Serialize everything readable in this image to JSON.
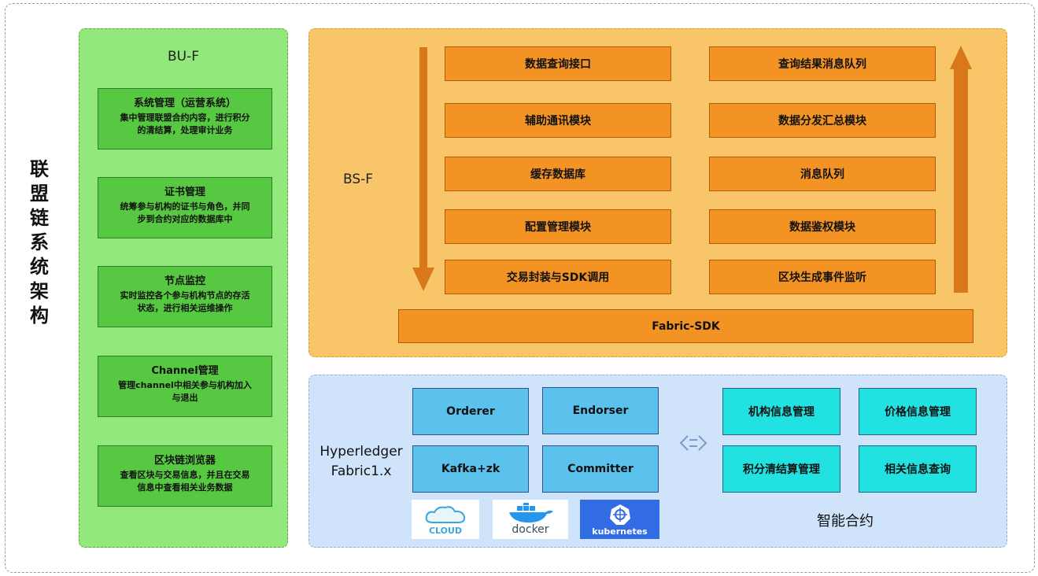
{
  "title_chars": [
    "联",
    "盟",
    "链",
    "系",
    "统",
    "架",
    "构"
  ],
  "bu": {
    "title": "BU-F",
    "boxes": [
      {
        "title": "系统管理（运营系统）",
        "desc": [
          "集中管理联盟合约内容，进行积分",
          "的清结算，处理审计业务"
        ]
      },
      {
        "title": "证书管理",
        "desc": [
          "统筹参与机构的证书与角色，并同",
          "步到合约对应的数据库中"
        ]
      },
      {
        "title": "节点监控",
        "desc": [
          "实时监控各个参与机构节点的存活",
          "状态，进行相关运维操作"
        ]
      },
      {
        "title": "Channel管理",
        "desc": [
          "管理channel中相关参与机构加入",
          "与退出"
        ]
      },
      {
        "title": "区块链浏览器",
        "desc": [
          "查看区块与交易信息，并且在交易",
          "信息中查看相关业务数据"
        ]
      }
    ]
  },
  "bs": {
    "label": "BS-F",
    "left_modules": [
      "数据查询接口",
      "辅助通讯模块",
      "缓存数据库",
      "配置管理模块",
      "交易封装与SDK调用"
    ],
    "right_modules": [
      "查询结果消息队列",
      "数据分发汇总模块",
      "消息队列",
      "数据鉴权模块",
      "区块生成事件监听"
    ],
    "sdk": "Fabric-SDK",
    "arrow_color": "#d9781a"
  },
  "hyperledger": {
    "label_line1": "Hyperledger",
    "label_line2": "Fabric1.x",
    "components": [
      "Orderer",
      "Endorser",
      "Kafka+zk",
      "Committer"
    ],
    "logos": [
      {
        "icon": "cloud-icon",
        "text": "CLOUD"
      },
      {
        "icon": "docker-whale-icon",
        "text": "docker"
      },
      {
        "icon": "kubernetes-helm-icon",
        "text": "kubernetes"
      }
    ]
  },
  "contracts": {
    "items": [
      "机构信息管理",
      "价格信息管理",
      "积分清结算管理",
      "相关信息查询"
    ],
    "label": "智能合约"
  },
  "colors": {
    "bu_panel": "#93e87c",
    "bu_box": "#57c841",
    "bs_panel": "#f8c669",
    "bs_box": "#f29324",
    "hl_panel": "#cfe3fb",
    "hl_box": "#5bc2ee",
    "contract_box": "#21e2e0"
  }
}
